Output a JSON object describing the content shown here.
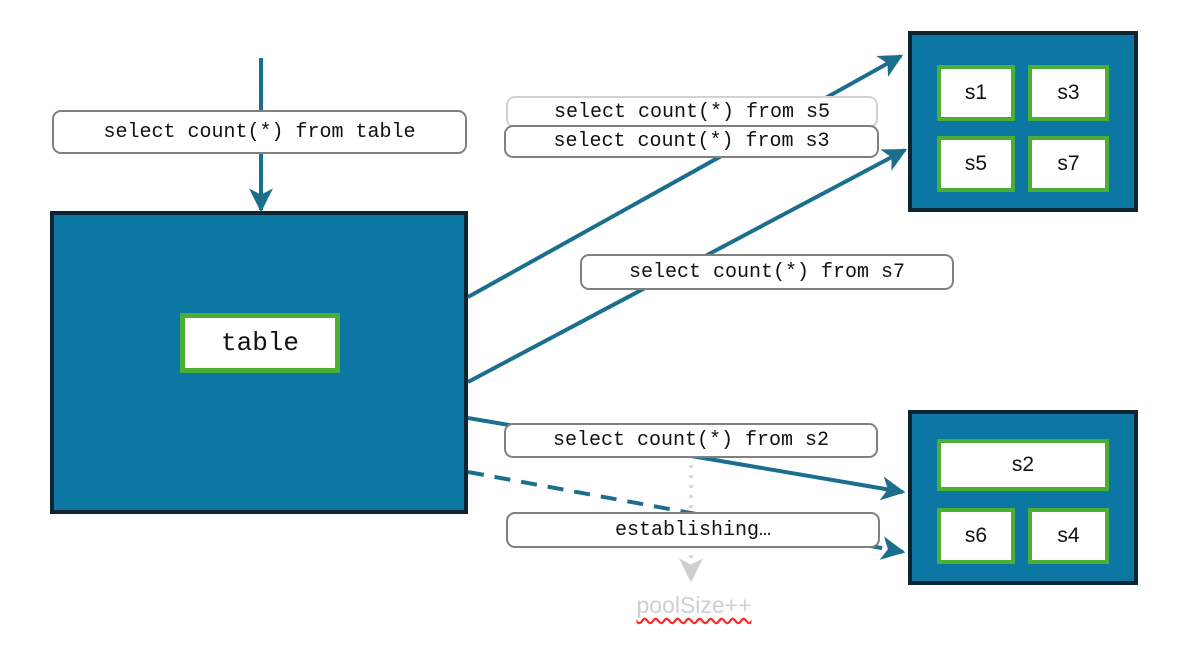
{
  "diagram": {
    "title": "connection pool query routing",
    "colors": {
      "pool_fill": "#0d77a3",
      "pool_border": "#0d2432",
      "connection_border": "#4caf35",
      "edge": "#1b6e8c",
      "label_border": "#808080",
      "label_border_faded": "#d2d2d2",
      "ghost_text": "#cfcfcf",
      "spellcheck_underline": "#ff2b2b"
    }
  },
  "source": {
    "entry_label": "select count(*) from table",
    "box_name": "table",
    "cell_label": "table"
  },
  "pools": [
    {
      "name": "pool-top",
      "connections": [
        {
          "label": "s1"
        },
        {
          "label": "s3"
        },
        {
          "label": "s5"
        },
        {
          "label": "s7"
        }
      ]
    },
    {
      "name": "pool-bottom",
      "connections": [
        {
          "label": "s2"
        },
        {
          "label": "s6"
        },
        {
          "label": "s4"
        }
      ]
    }
  ],
  "queries": [
    {
      "id": "q-s5",
      "text": "select count(*) from s5",
      "state": "faded"
    },
    {
      "id": "q-s3",
      "text": "select count(*) from s3",
      "state": "active"
    },
    {
      "id": "q-s7",
      "text": "select count(*) from s7",
      "state": "active"
    },
    {
      "id": "q-s2",
      "text": "select count(*) from s2",
      "state": "active"
    },
    {
      "id": "q-establishing",
      "text": "establishing…",
      "state": "pending"
    }
  ],
  "annotations": {
    "pool_size_increment": "poolSize++"
  }
}
